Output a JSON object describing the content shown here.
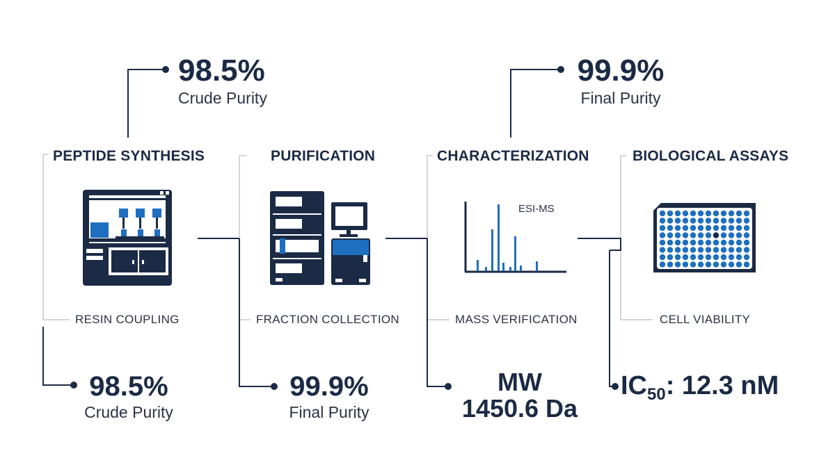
{
  "steps": [
    {
      "title": "PEPTIDE SYNTHESIS",
      "sub": "RESIN COUPLING",
      "icon": "peptide-synthesizer-icon"
    },
    {
      "title": "PURIFICATION",
      "sub": "FRACTION COLLECTION",
      "icon": "hplc-system-icon"
    },
    {
      "title": "CHARACTERIZATION",
      "sub": "MASS VERIFICATION",
      "icon": "mass-spectrum-icon"
    },
    {
      "title": "BIOLOGICAL ASSAYS",
      "sub": "CELL VIABILITY",
      "icon": "well-plate-icon"
    }
  ],
  "top_metrics": [
    {
      "value": "98.5%",
      "label": "Crude Purity"
    },
    {
      "value": "99.9%",
      "label": "Final Purity"
    }
  ],
  "bottom_metrics": [
    {
      "value": "98.5%",
      "label": "Crude Purity"
    },
    {
      "value": "99.9%",
      "label": "Final Purity"
    },
    {
      "line1": "MW",
      "line2": "1450.6 Da"
    },
    {
      "prefix": "IC",
      "subscript": "50",
      "suffix": ": 12.3 nM"
    }
  ],
  "spectrum_label": "ESI-MS",
  "colors": {
    "navy": "#1b2a45",
    "blue": "#1e6fbf",
    "gray": "#c4c8ce"
  }
}
